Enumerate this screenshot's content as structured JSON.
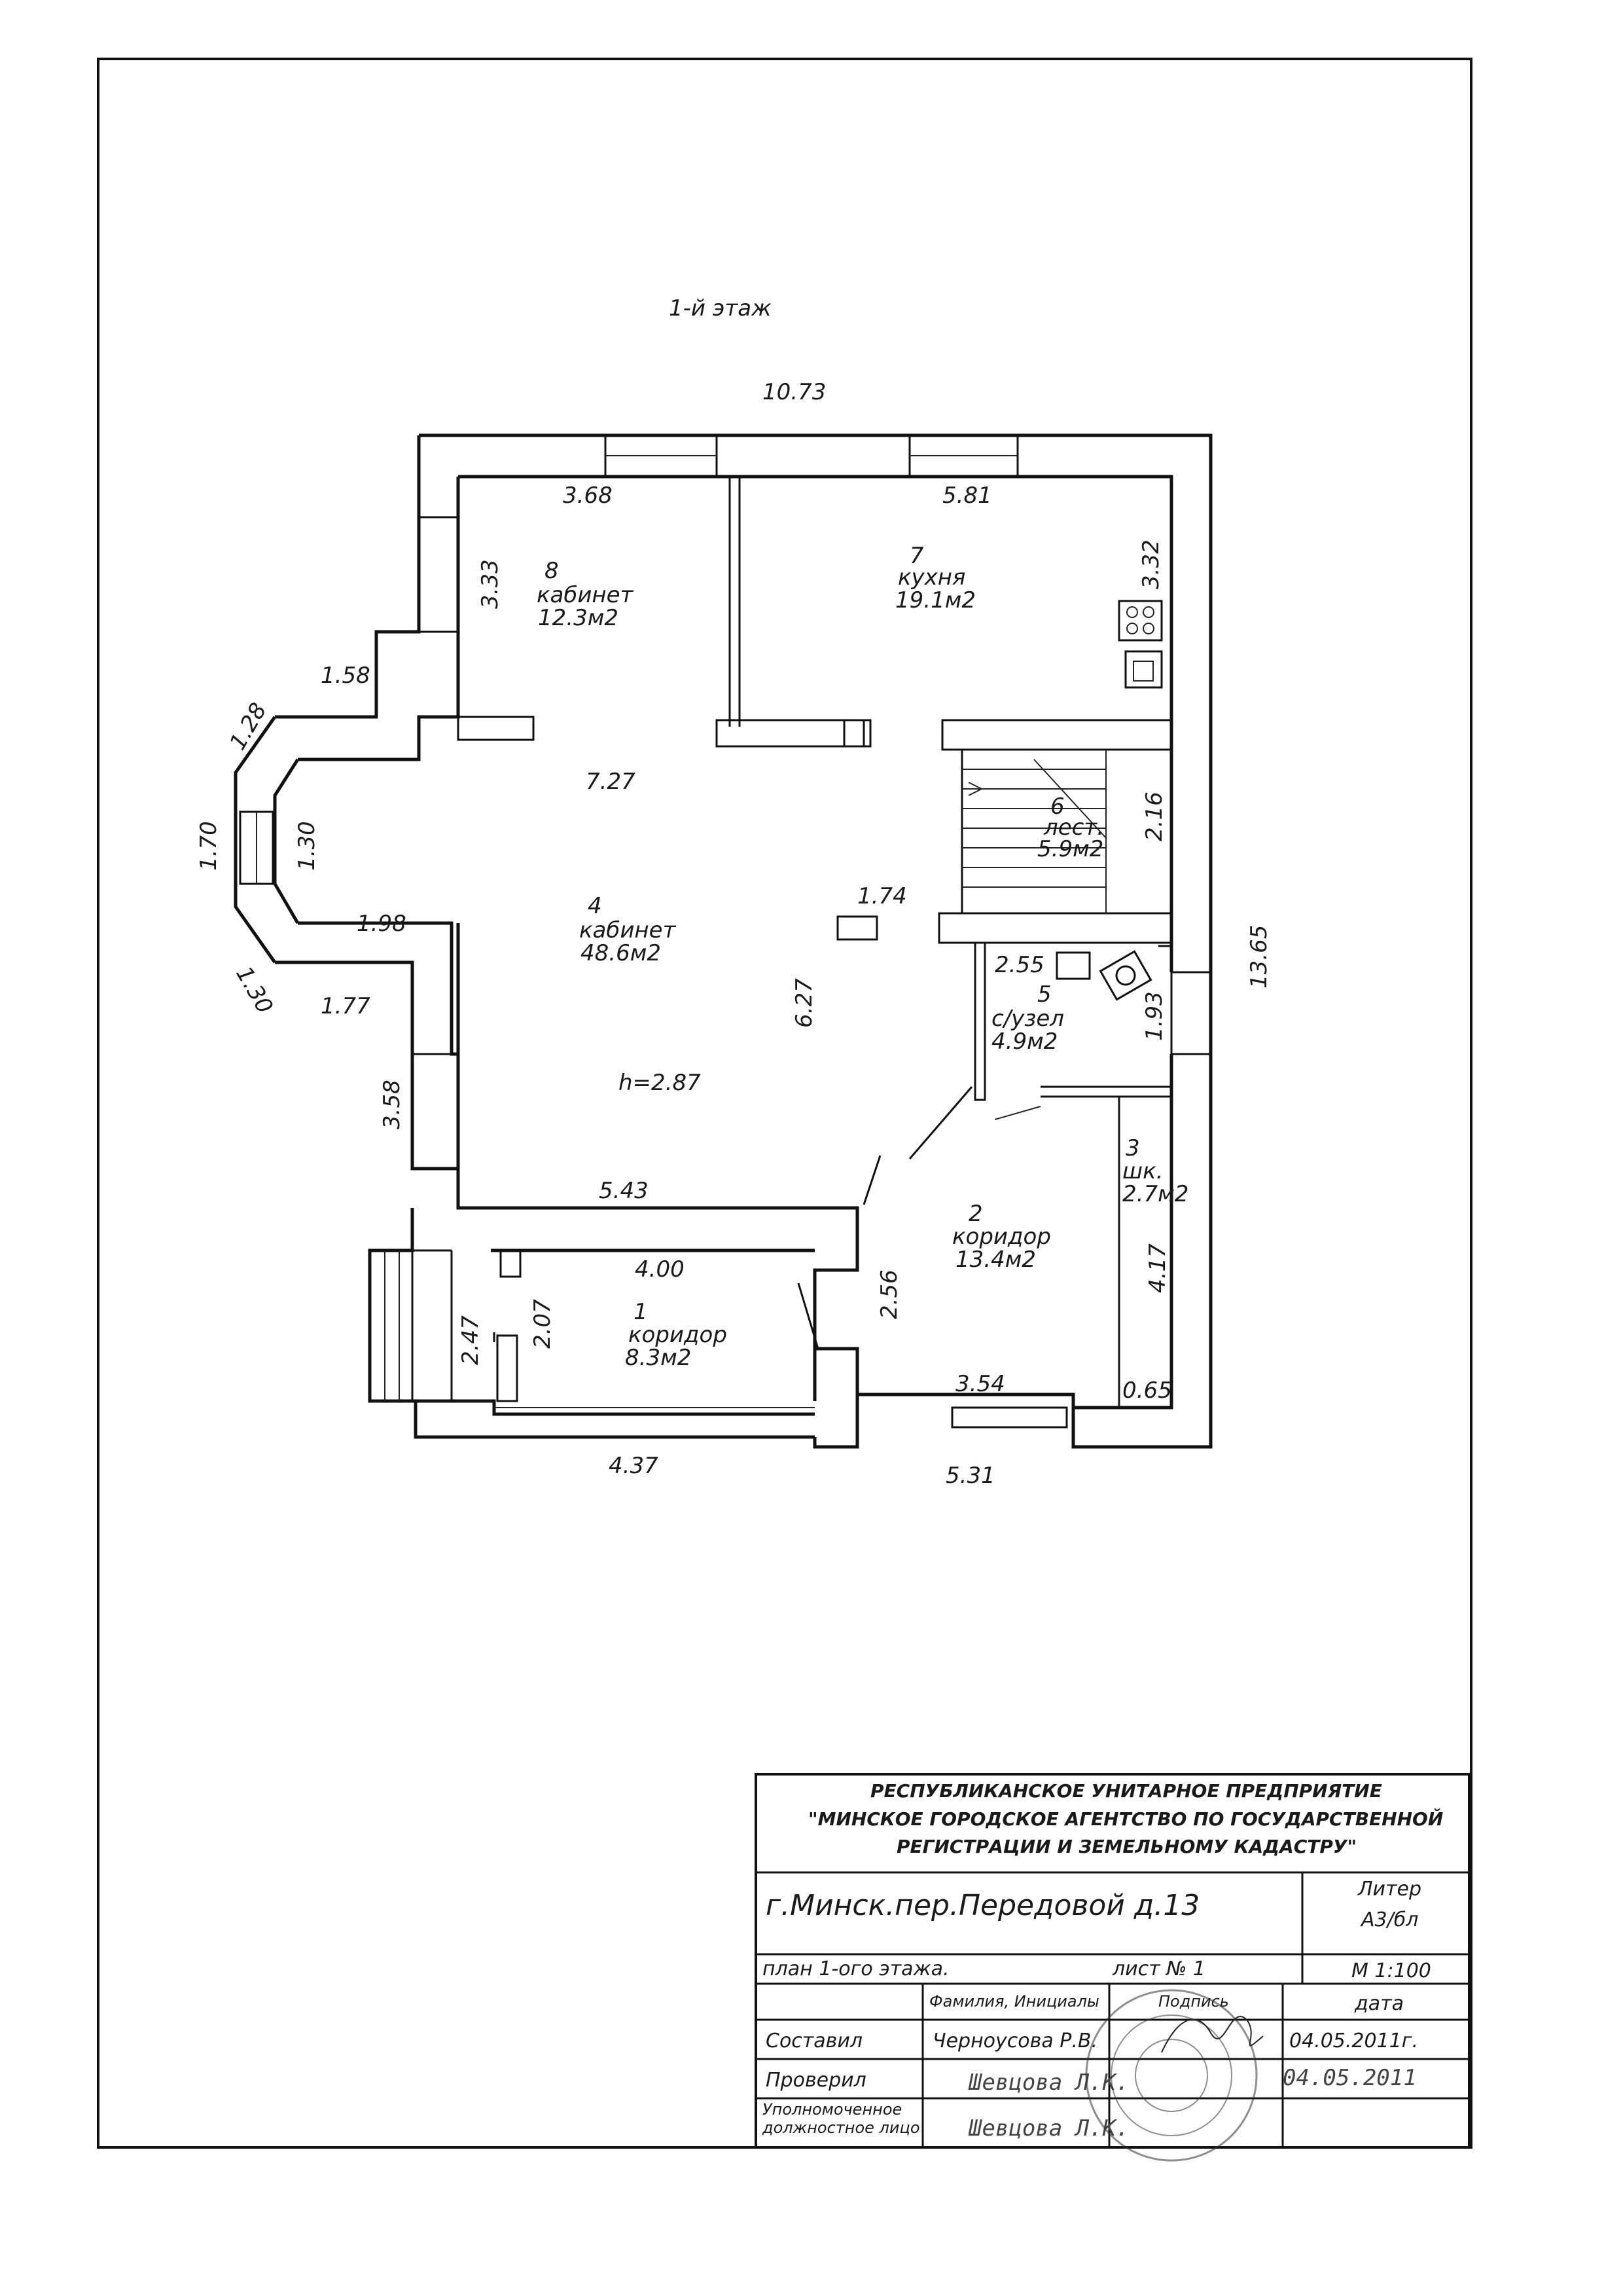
{
  "plan": {
    "floor_title": "1-й этаж",
    "dimensions": {
      "top_total": "10.73",
      "right_total": "13.65",
      "bottom_right": "5.31",
      "bottom_left": "4.37",
      "cab8_width": "3.68",
      "cab8_height": "3.33",
      "kitchen_width": "5.81",
      "kitchen_height": "3.32",
      "bay_1_58": "1.58",
      "bay_1_28": "1.28",
      "bay_1_70": "1.70",
      "bay_1_30a": "1.30",
      "bay_1_30b": "1.30",
      "bay_1_98": "1.98",
      "bay_1_77": "1.77",
      "cab4_7_27": "7.27",
      "cab4_6_27": "6.27",
      "cab4_5_43": "5.43",
      "cab4_3_58": "3.58",
      "stair_2_16": "2.16",
      "stair_1_74": "1.74",
      "wc_2_55": "2.55",
      "wc_1_93": "1.93",
      "c1_4_00": "4.00",
      "c1_2_47": "2.47",
      "c1_2_07": "2.07",
      "c2_2_56": "2.56",
      "c2_3_54": "3.54",
      "c2_4_17": "4.17",
      "c2_0_65": "0.65"
    },
    "rooms": {
      "r8": {
        "num": "8",
        "name": "кабинет",
        "area": "12.3м2"
      },
      "r7": {
        "num": "7",
        "name": "кухня",
        "area": "19.1м2"
      },
      "r6": {
        "num": "6",
        "name": "лест.",
        "area": "5.9м2"
      },
      "r4": {
        "num": "4",
        "name": "кабинет",
        "area": "48.6м2"
      },
      "r5": {
        "num": "5",
        "name": "с/узел",
        "area": "4.9м2"
      },
      "r3": {
        "num": "3",
        "name": "шк.",
        "area": "2.7м2"
      },
      "r2": {
        "num": "2",
        "name": "коридор",
        "area": "13.4м2"
      },
      "r1": {
        "num": "1",
        "name": "коридор",
        "area": "8.3м2"
      }
    },
    "height_note": "h=2.87"
  },
  "title_block": {
    "org_line1": "РЕСПУБЛИКАНСКОЕ УНИТАРНОЕ ПРЕДПРИЯТИЕ",
    "org_line2": "\"МИНСКОЕ ГОРОДСКОЕ АГЕНТСТВО ПО ГОСУДАРСТВЕННОЙ",
    "org_line3": "РЕГИСТРАЦИИ И ЗЕМЕЛЬНОМУ КАДАСТРУ\"",
    "address": "г.Минск.пер.Передовой  д.13",
    "liter_label": "Литер",
    "liter_value": "А3/бл",
    "plan_label": "план  1-ого этажа.",
    "sheet_label": "лист  № 1",
    "scale": "М 1:100",
    "col_name": "Фамилия, Инициалы",
    "col_sign": "Подпись",
    "col_date": "дата",
    "row1_label": "Составил",
    "row1_name": "Черноусова Р.В.",
    "row1_date": "04.05.2011г.",
    "row2_label": "Проверил",
    "row2_name": "Шевцова Л.К.",
    "row2_date": "04.05.2011",
    "row3_label_a": "Уполномоченное",
    "row3_label_b": "должностное лицо",
    "row3_name": "Шевцова Л.К."
  }
}
